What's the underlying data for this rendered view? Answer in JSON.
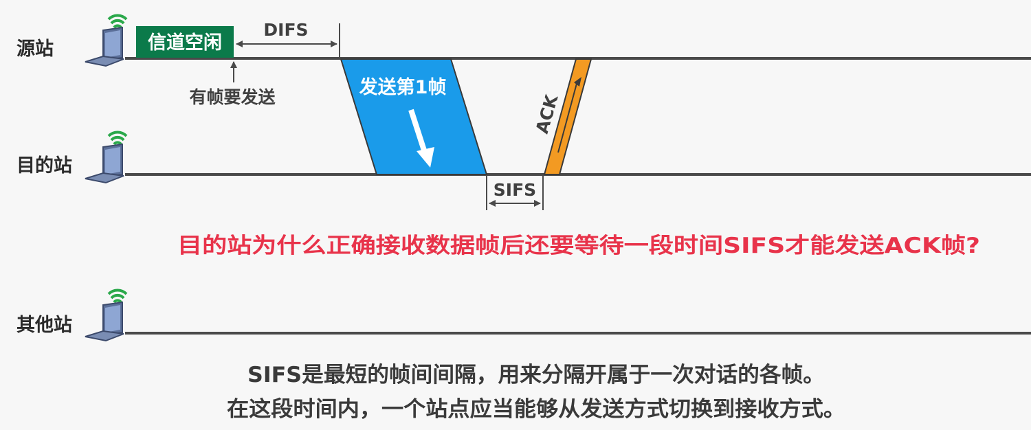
{
  "stations": {
    "source": "源站",
    "destination": "目的站",
    "other": "其他站"
  },
  "labels": {
    "channel_idle": "信道空闲",
    "difs": "DIFS",
    "has_frame": "有帧要发送",
    "data_frame": "发送第1帧",
    "ack": "ACK",
    "sifs": "SIFS"
  },
  "question": "目的站为什么正确接收数据帧后还要等待一段时间SIFS才能发送ACK帧?",
  "explanation": {
    "line1": "SIFS是最短的帧间间隔，用来分隔开属于一次对话的各帧。",
    "line2": "在这段时间内，一个站点应当能够从发送方式切换到接收方式。"
  },
  "colors": {
    "channel_idle": "#0b7a4a",
    "data_frame": "#1a9bea",
    "ack_frame": "#f39a22",
    "question": "#e8334a",
    "wifi": "#2aa84a",
    "laptop": "#6a7fa8"
  },
  "icons": [
    "laptop-wifi-icon",
    "arrow-down-icon",
    "arrow-up-icon"
  ]
}
